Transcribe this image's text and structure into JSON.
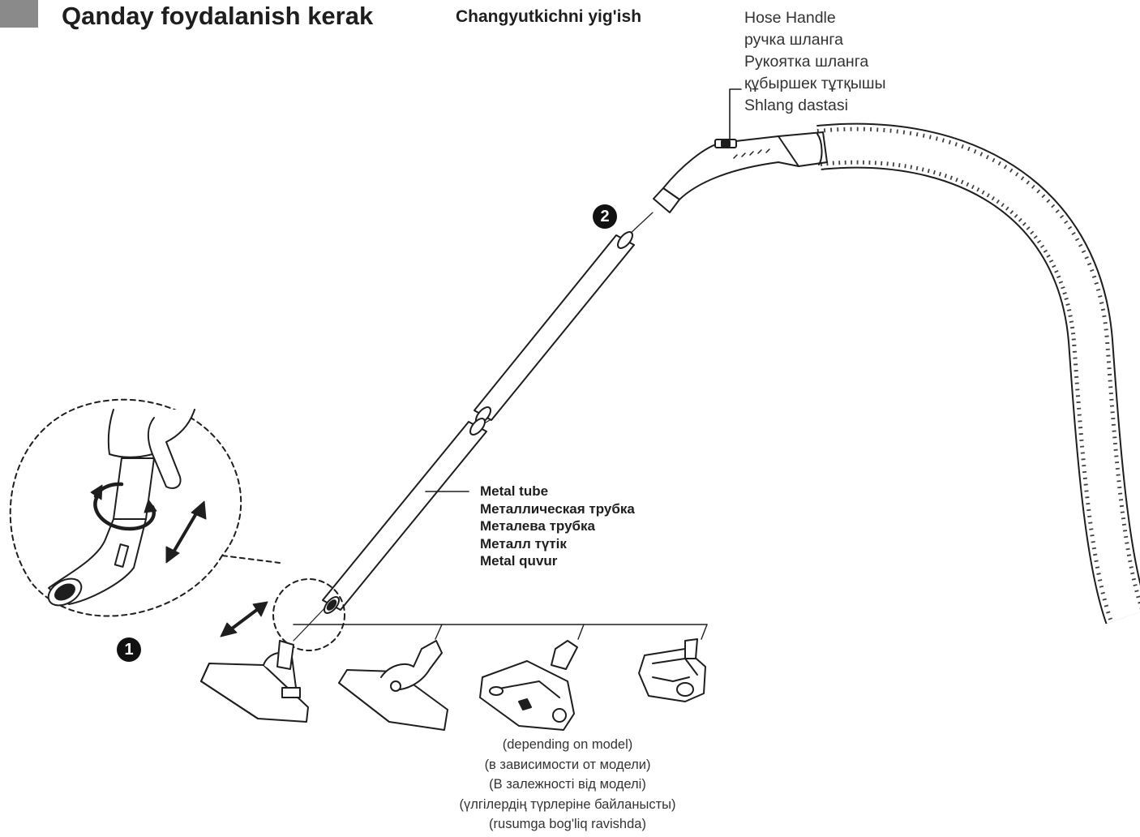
{
  "header": {
    "title": "Qanday foydalanish kerak",
    "subtitle": "Changyutkichni yig'ish"
  },
  "hose_handle_labels": [
    "Hose Handle",
    "ручка шланга",
    "Рукоятка шланга",
    "құбыршек тұтқышы",
    "Shlang dastasi"
  ],
  "metal_tube_labels": [
    "Metal tube",
    "Металлическая трубка",
    "Металева трубка",
    "Металл түтік",
    "Metal quvur"
  ],
  "model_note_labels": [
    "(depending on model)",
    "(в зависимости от модели)",
    "(В залежності від моделі)",
    "(үлгілердің түрлеріне байланысты)",
    "(rusumga bog'liq ravishda)"
  ],
  "steps": {
    "step1": "1",
    "step2": "2"
  },
  "icons": [
    "twist-arrow-icon",
    "double-arrow-icon",
    "nozzle-icon",
    "hand-icon"
  ],
  "colors": {
    "header_block": "#8a8a8a",
    "line": "#1e1e1e",
    "badge": "#111111"
  }
}
